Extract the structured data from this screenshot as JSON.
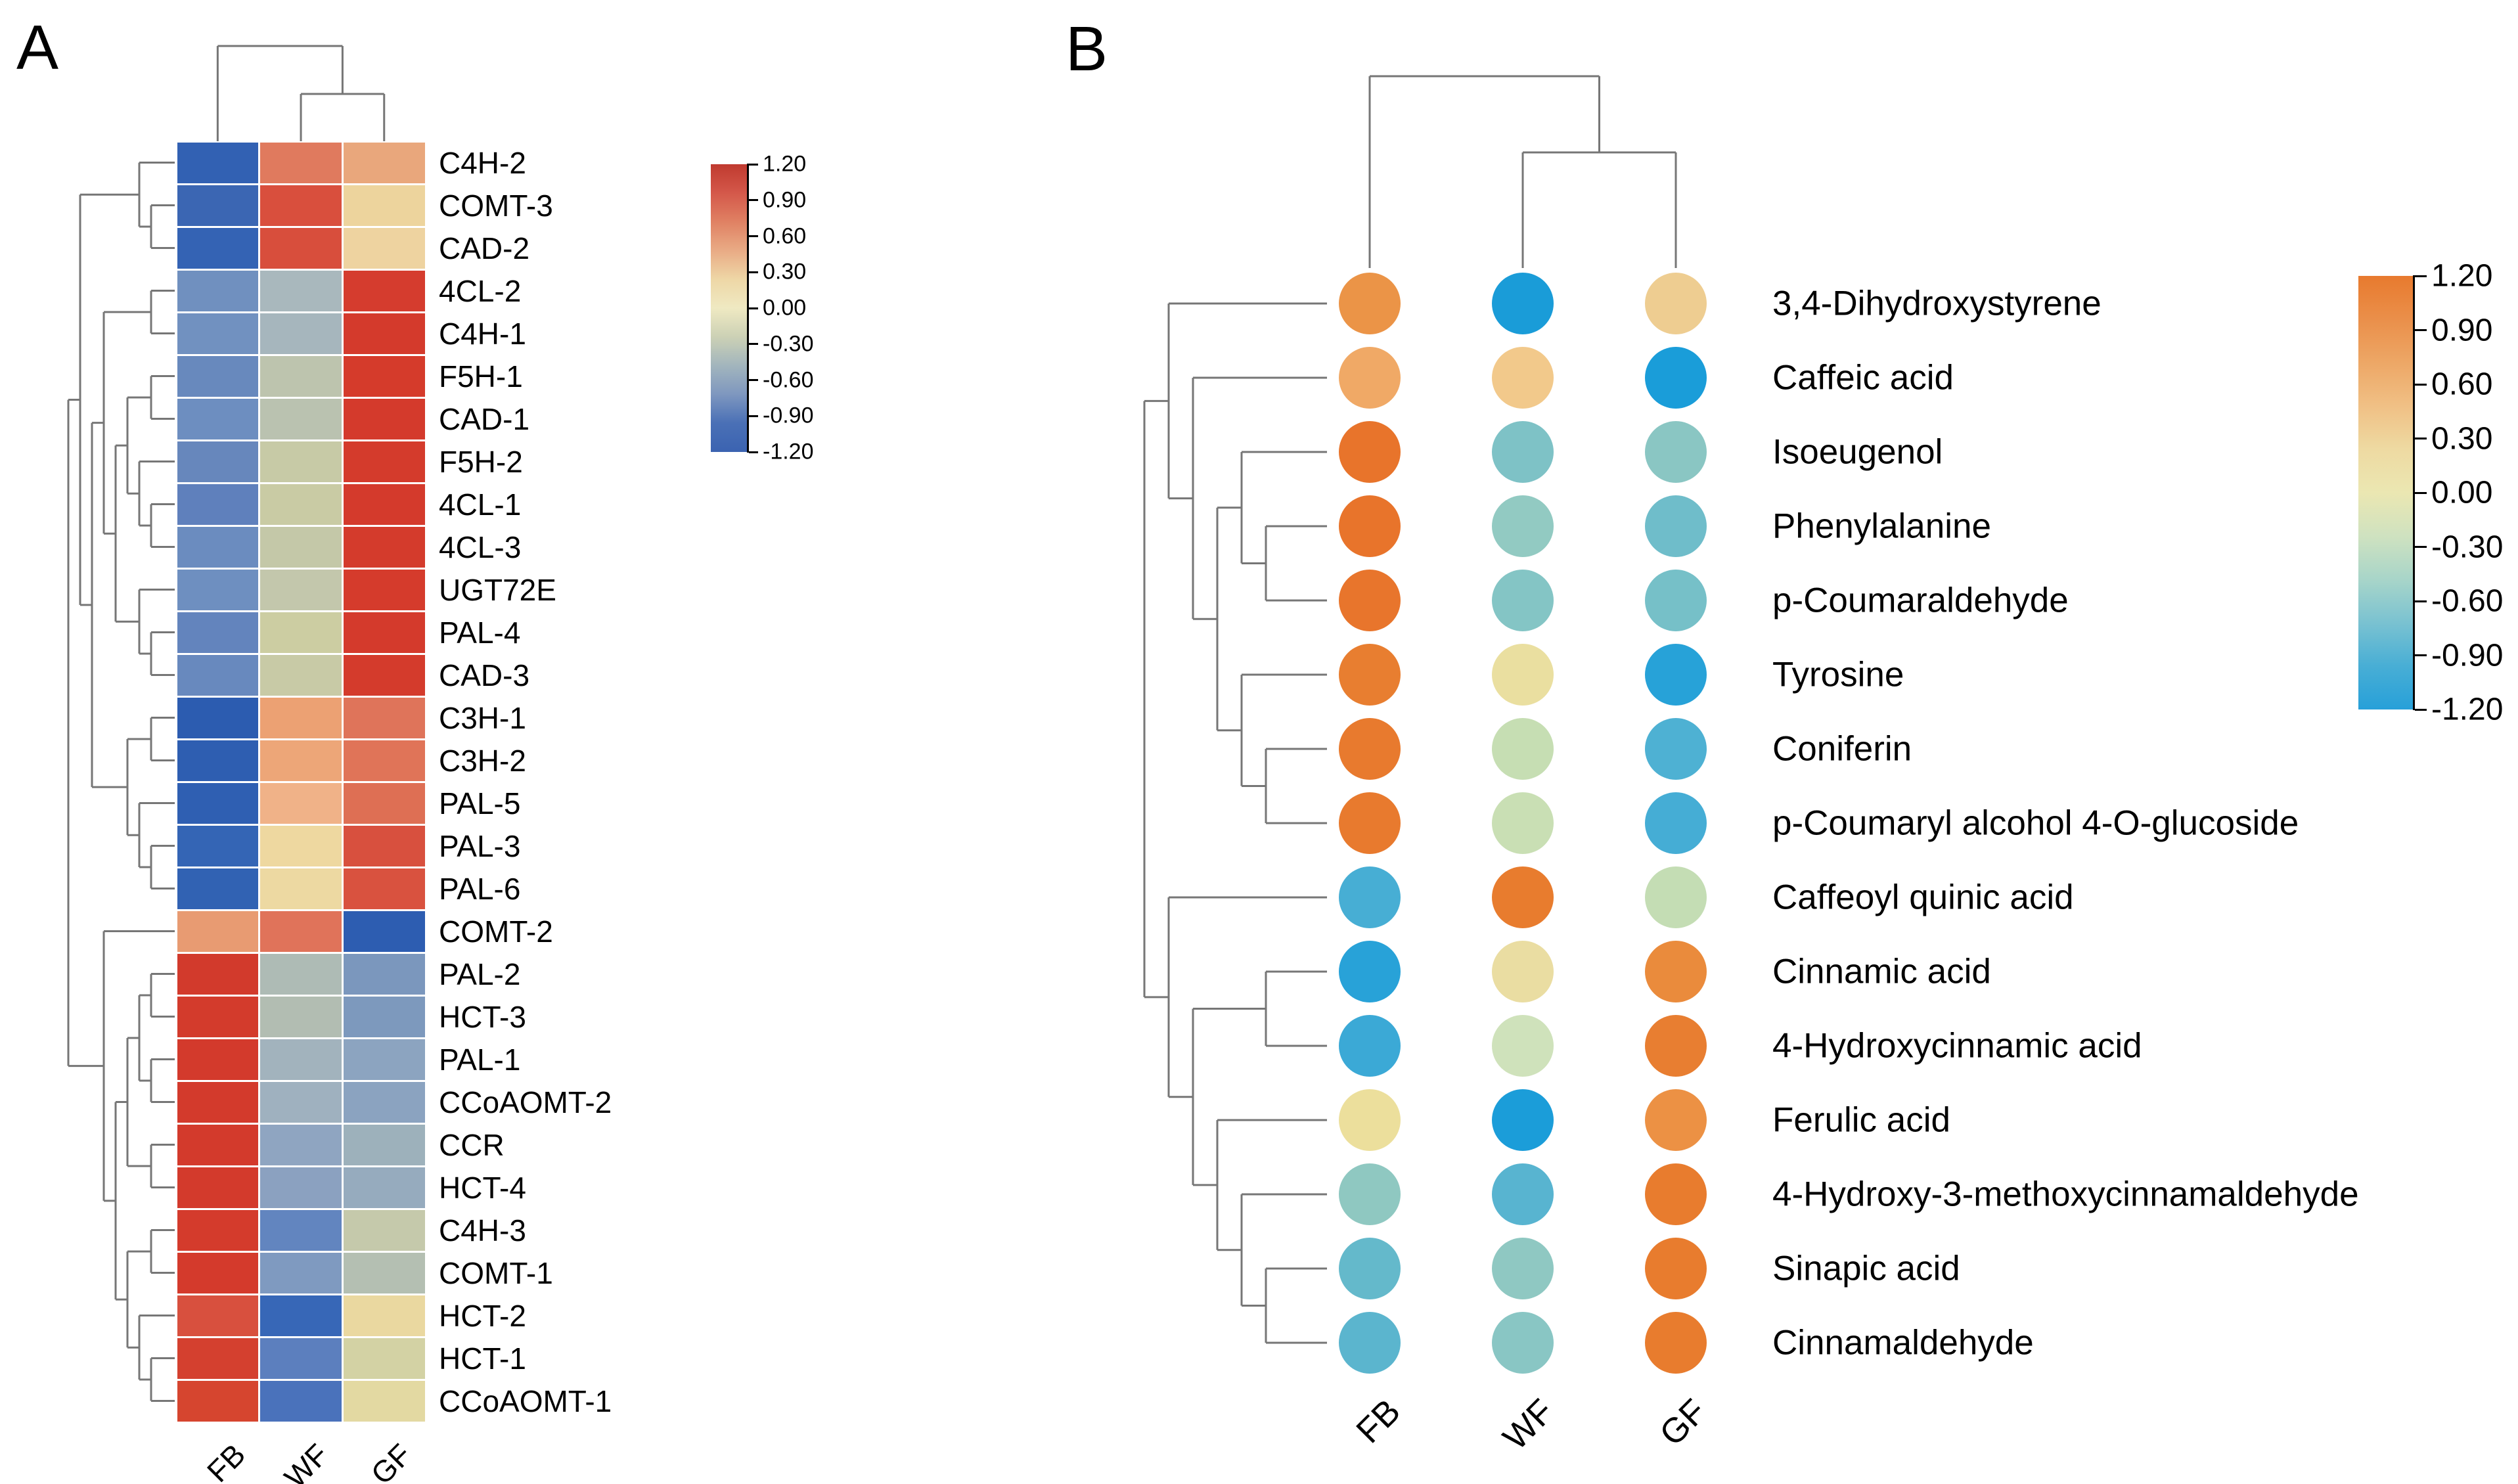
{
  "figure": {
    "panel_a_letter": "A",
    "panel_b_letter": "B",
    "dendrogram_color": "#767676"
  },
  "chart_data": [
    {
      "type": "heatmap",
      "title": "Panel A: clustered heatmap of lignin-pathway gene expression (z-score)",
      "columns": [
        "FB",
        "WF",
        "GF"
      ],
      "legend_position": "right",
      "value_range": [
        -1.2,
        1.2
      ],
      "rows": [
        {
          "label": "C4H-2",
          "values": [
            -1.15,
            0.62,
            0.53
          ],
          "colors": [
            "#3261b3",
            "#e07a5e",
            "#e9a77c"
          ]
        },
        {
          "label": "COMT-3",
          "values": [
            -1.11,
            0.87,
            0.24
          ],
          "colors": [
            "#3b66b3",
            "#d94f3d",
            "#edd49d"
          ]
        },
        {
          "label": "CAD-2",
          "values": [
            -1.13,
            0.89,
            0.24
          ],
          "colors": [
            "#3463b4",
            "#d84e3c",
            "#eed3a0"
          ]
        },
        {
          "label": "4CL-2",
          "values": [
            -0.72,
            -0.42,
            1.14
          ],
          "colors": [
            "#7090bf",
            "#a9b8bd",
            "#d53c2e"
          ]
        },
        {
          "label": "C4H-1",
          "values": [
            -0.7,
            -0.44,
            1.14
          ],
          "colors": [
            "#7191c0",
            "#a6b6bd",
            "#d43a2c"
          ]
        },
        {
          "label": "F5H-1",
          "values": [
            -0.78,
            -0.37,
            1.15
          ],
          "colors": [
            "#6889bd",
            "#bdc4ae",
            "#d53b2b"
          ]
        },
        {
          "label": "CAD-1",
          "values": [
            -0.74,
            -0.41,
            1.15
          ],
          "colors": [
            "#6d8ec0",
            "#bac2b0",
            "#d43a2c"
          ]
        },
        {
          "label": "F5H-2",
          "values": [
            -0.81,
            -0.34,
            1.15
          ],
          "colors": [
            "#6787bc",
            "#c7caa6",
            "#d43b2c"
          ]
        },
        {
          "label": "4CL-1",
          "values": [
            -0.85,
            -0.3,
            1.15
          ],
          "colors": [
            "#5f80bc",
            "#c9cba4",
            "#d43a2c"
          ]
        },
        {
          "label": "4CL-3",
          "values": [
            -0.8,
            -0.35,
            1.15
          ],
          "colors": [
            "#6b8cbf",
            "#c4c8a8",
            "#d43b2c"
          ]
        },
        {
          "label": "UGT72E",
          "values": [
            -0.77,
            -0.38,
            1.15
          ],
          "colors": [
            "#6e8fc0",
            "#c3c7ac",
            "#d53b2c"
          ]
        },
        {
          "label": "PAL-4",
          "values": [
            -0.83,
            -0.32,
            1.15
          ],
          "colors": [
            "#6384bd",
            "#cccda2",
            "#d43a2c"
          ]
        },
        {
          "label": "CAD-3",
          "values": [
            -0.79,
            -0.36,
            1.15
          ],
          "colors": [
            "#6889be",
            "#c8caa6",
            "#d43b2c"
          ]
        },
        {
          "label": "C3H-1",
          "values": [
            -1.15,
            0.55,
            0.6
          ],
          "colors": [
            "#2c5cb0",
            "#eca173",
            "#df745a"
          ]
        },
        {
          "label": "C3H-2",
          "values": [
            -1.15,
            0.52,
            0.63
          ],
          "colors": [
            "#2e5eb1",
            "#eda678",
            "#e07458"
          ]
        },
        {
          "label": "PAL-5",
          "values": [
            -1.15,
            0.45,
            0.7
          ],
          "colors": [
            "#2f5fb2",
            "#f0b288",
            "#de6f54"
          ]
        },
        {
          "label": "PAL-3",
          "values": [
            -1.14,
            0.25,
            0.89
          ],
          "colors": [
            "#3465b5",
            "#eed8a0",
            "#d8503e"
          ]
        },
        {
          "label": "PAL-6",
          "values": [
            -1.14,
            0.27,
            0.87
          ],
          "colors": [
            "#3162b3",
            "#edd9a2",
            "#d9523f"
          ]
        },
        {
          "label": "COMT-2",
          "values": [
            0.55,
            0.6,
            -1.15
          ],
          "colors": [
            "#e89b72",
            "#e0735a",
            "#2d5db1"
          ]
        },
        {
          "label": "PAL-2",
          "values": [
            1.15,
            -0.45,
            -0.7
          ],
          "colors": [
            "#d23a2c",
            "#aebbb5",
            "#7b97bd"
          ]
        },
        {
          "label": "HCT-3",
          "values": [
            1.15,
            -0.42,
            -0.73
          ],
          "colors": [
            "#d33b2c",
            "#b2bdb2",
            "#7d99bd"
          ]
        },
        {
          "label": "PAL-1",
          "values": [
            1.15,
            -0.52,
            -0.63
          ],
          "colors": [
            "#d33a2c",
            "#a2b3bd",
            "#8ca4c0"
          ]
        },
        {
          "label": "CCoAOMT-2",
          "values": [
            1.15,
            -0.53,
            -0.62
          ],
          "colors": [
            "#d33a2c",
            "#9fb1bf",
            "#8ba3c0"
          ]
        },
        {
          "label": "CCR",
          "values": [
            1.15,
            -0.62,
            -0.53
          ],
          "colors": [
            "#d33a2c",
            "#8fa5c1",
            "#9db1bb"
          ]
        },
        {
          "label": "HCT-4",
          "values": [
            1.15,
            -0.64,
            -0.51
          ],
          "colors": [
            "#d33a2c",
            "#8ba1c0",
            "#96abbe"
          ]
        },
        {
          "label": "C4H-3",
          "values": [
            1.14,
            -0.76,
            -0.38
          ],
          "colors": [
            "#d43b2c",
            "#6285bf",
            "#c5c9ab"
          ]
        },
        {
          "label": "COMT-1",
          "values": [
            1.15,
            -0.6,
            -0.55
          ],
          "colors": [
            "#d43a2c",
            "#7f9ac0",
            "#b4bfb2"
          ]
        },
        {
          "label": "HCT-2",
          "values": [
            0.89,
            -1.13,
            0.24
          ],
          "colors": [
            "#d8503e",
            "#3767b7",
            "#ead8a0"
          ]
        },
        {
          "label": "HCT-1",
          "values": [
            1.08,
            -0.83,
            -0.25
          ],
          "colors": [
            "#d4402f",
            "#5c7fbe",
            "#d3d2a4"
          ]
        },
        {
          "label": "CCoAOMT-1",
          "values": [
            1.05,
            -0.95,
            -0.1
          ],
          "colors": [
            "#d6452f",
            "#4a72bb",
            "#e3d9a2"
          ]
        }
      ],
      "row_dendrogram": [
        [
          [
            0,
            [
              1,
              2
            ]
          ],
          [
            [
              [
                3,
                4
              ],
              [
                [
                  [
                    5,
                    6
                  ],
                  [
                    7,
                    [
                      8,
                      9
                    ]
                  ]
                ],
                [
                  10,
                  [
                    11,
                    12
                  ]
                ]
              ]
            ],
            [
              [
                13,
                14
              ],
              [
                15,
                [
                  16,
                  17
                ]
              ]
            ]
          ]
        ],
        [
          18,
          [
            [
              [
                [
                  19,
                  20
                ],
                [
                  21,
                  22
                ]
              ],
              [
                23,
                24
              ]
            ],
            [
              [
                25,
                26
              ],
              [
                27,
                [
                  28,
                  29
                ]
              ]
            ]
          ]
        ]
      ],
      "col_dendrogram": [
        0,
        [
          1,
          2
        ]
      ],
      "colorbar": {
        "ticks": [
          "1.20",
          "0.90",
          "0.60",
          "0.30",
          "0.00",
          "-0.30",
          "-0.60",
          "-0.90",
          "-1.20"
        ],
        "gradient_top_to_bottom": [
          "#c03a2f",
          "#d4584a",
          "#e08163",
          "#e9ab85",
          "#eed7a6",
          "#efe9c2",
          "#ccd1b5",
          "#a2b5bd",
          "#7e97bf",
          "#4a70b6",
          "#3b63b1"
        ]
      }
    },
    {
      "type": "heatmap",
      "title": "Panel B: clustered dot heatmap of phenylpropanoid metabolites (z-score)",
      "columns": [
        "FB",
        "WF",
        "GF"
      ],
      "legend_position": "right",
      "value_range": [
        -1.2,
        1.2
      ],
      "rows": [
        {
          "label": "3,4-Dihydroxystyrene",
          "values": [
            0.64,
            -1.15,
            0.51
          ],
          "colors": [
            "#eb9447",
            "#1a9cd8",
            "#eecd91"
          ]
        },
        {
          "label": "Caffeic acid",
          "values": [
            0.55,
            0.6,
            -1.15
          ],
          "colors": [
            "#f0a966",
            "#f2c98b",
            "#1a9dd9"
          ]
        },
        {
          "label": "Isoeugenol",
          "values": [
            1.15,
            -0.55,
            -0.6
          ],
          "colors": [
            "#e8742b",
            "#7ec2c6",
            "#8ac6c3"
          ]
        },
        {
          "label": "Phenylalanine",
          "values": [
            1.15,
            -0.5,
            -0.65
          ],
          "colors": [
            "#e8742b",
            "#92cac2",
            "#6fbdca"
          ]
        },
        {
          "label": "p-Coumaraldehyde",
          "values": [
            1.15,
            -0.52,
            -0.63
          ],
          "colors": [
            "#e8752c",
            "#84c5c5",
            "#76c0c8"
          ]
        },
        {
          "label": "Tyrosine",
          "values": [
            1.07,
            0.08,
            -1.15
          ],
          "colors": [
            "#e87e30",
            "#eadfa0",
            "#27a2d8"
          ]
        },
        {
          "label": "Coniferin",
          "values": [
            1.13,
            -0.25,
            -0.88
          ],
          "colors": [
            "#e87a2e",
            "#c6deb3",
            "#4eb1d3"
          ]
        },
        {
          "label": "p-Coumaryl alcohol 4-O-glucoside",
          "values": [
            1.13,
            -0.23,
            -0.9
          ],
          "colors": [
            "#e87a2e",
            "#c9dfb4",
            "#45add5"
          ]
        },
        {
          "label": "Caffeoyl quinic acid",
          "values": [
            -0.9,
            1.13,
            -0.23
          ],
          "colors": [
            "#47aed4",
            "#e87c2e",
            "#c4ddb4"
          ]
        },
        {
          "label": "Cinnamic acid",
          "values": [
            -1.15,
            0.08,
            1.07
          ],
          "colors": [
            "#28a2d8",
            "#eadda2",
            "#ea8b3c"
          ]
        },
        {
          "label": "4-Hydroxycinnamic acid",
          "values": [
            -1.0,
            -0.15,
            1.15
          ],
          "colors": [
            "#3ba9d6",
            "#cfe2bb",
            "#e87e31"
          ]
        },
        {
          "label": "Ferulic acid",
          "values": [
            0.08,
            -1.15,
            1.07
          ],
          "colors": [
            "#ecdf9c",
            "#1b9dd9",
            "#ec9144"
          ]
        },
        {
          "label": "4-Hydroxy-3-methoxycinnamaldehyde",
          "values": [
            -0.45,
            -0.7,
            1.15
          ],
          "colors": [
            "#8fc8c1",
            "#58b4d0",
            "#e87c2e"
          ]
        },
        {
          "label": "Sinapic acid",
          "values": [
            -0.65,
            -0.5,
            1.15
          ],
          "colors": [
            "#64b9cb",
            "#8fc8c2",
            "#e87c2e"
          ]
        },
        {
          "label": "Cinnamaldehyde",
          "values": [
            -0.68,
            -0.47,
            1.15
          ],
          "colors": [
            "#5bb5ce",
            "#89c6c4",
            "#e87c2e"
          ]
        }
      ],
      "row_dendrogram": [
        [
          0,
          [
            1,
            [
              [
                2,
                [
                  3,
                  4
                ]
              ],
              [
                5,
                [
                  6,
                  7
                ]
              ]
            ]
          ]
        ],
        [
          8,
          [
            [
              9,
              10
            ],
            [
              11,
              [
                12,
                [
                  13,
                  14
                ]
              ]
            ]
          ]
        ]
      ],
      "col_dendrogram": [
        0,
        [
          1,
          2
        ]
      ],
      "colorbar": {
        "ticks": [
          "1.20",
          "0.90",
          "0.60",
          "0.30",
          "0.00",
          "-0.30",
          "-0.60",
          "-0.90",
          "-1.20"
        ],
        "gradient_top_to_bottom": [
          "#e87a2e",
          "#ea8f4a",
          "#eda766",
          "#f0c085",
          "#eedaa2",
          "#ebe7b2",
          "#cfe2c0",
          "#a8d5c9",
          "#7ac2d1",
          "#48aed5",
          "#27a0d9"
        ]
      }
    }
  ]
}
